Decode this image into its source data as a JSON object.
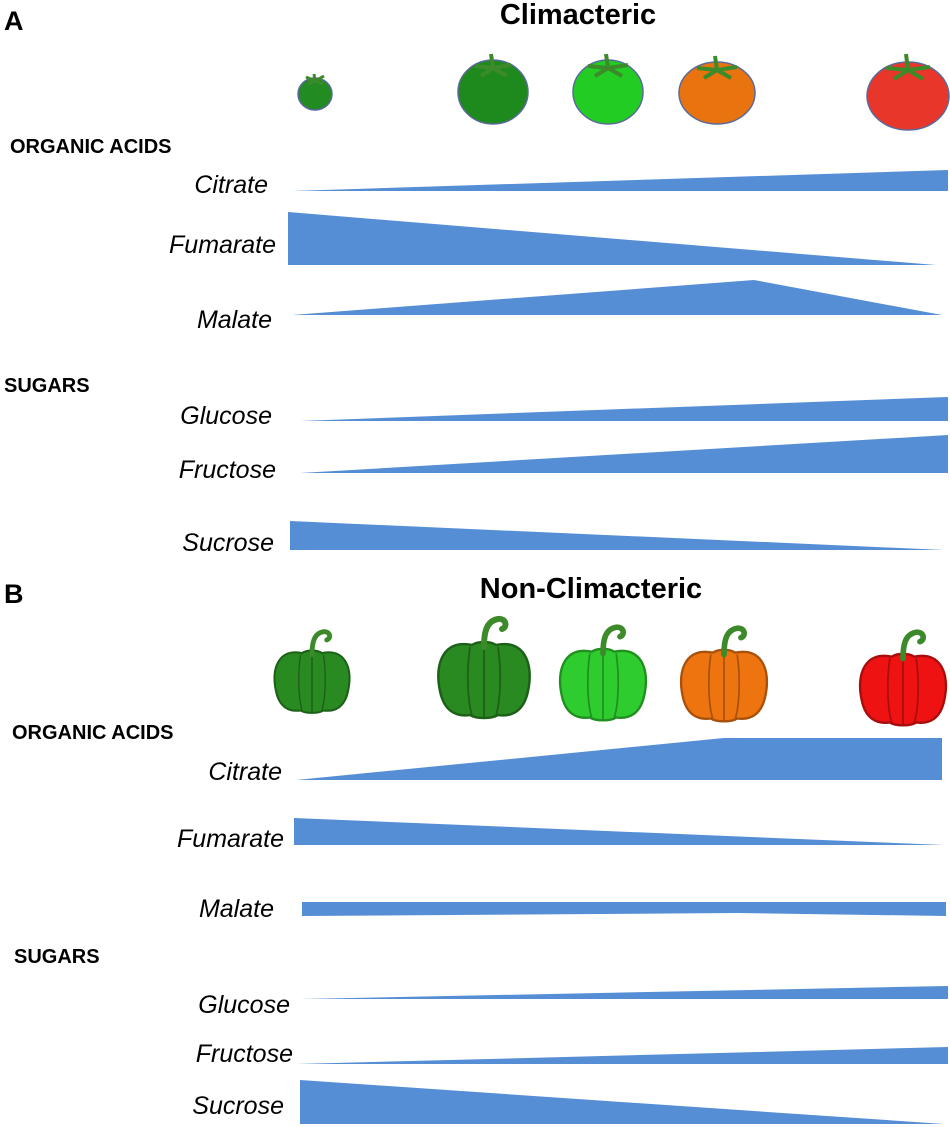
{
  "colors": {
    "wedge": "#558ed5",
    "stage_fills": [
      "#228b22",
      "#1e8a1e",
      "#22cc22",
      "#e8730f",
      "#e8372a"
    ],
    "pepper_fills": [
      "#2a8a22",
      "#2a8a22",
      "#2ecc2e",
      "#ee7410",
      "#ee1212"
    ],
    "tomato_outline": "#5a6a9a",
    "stem": "#3d8a2a"
  },
  "panel_a": {
    "letter": "A",
    "title": "Climacteric",
    "fruit_icon": "tomato-icon",
    "organic_acids_label": "ORGANIC ACIDS",
    "sugars_label": "SUGARS",
    "metabolites": [
      {
        "name": "Citrate",
        "trend": [
          0,
          0.5,
          1
        ],
        "peak_stage": null
      },
      {
        "name": "Fumarate",
        "trend": [
          1,
          0.5,
          0
        ],
        "peak_stage": null
      },
      {
        "name": "Malate",
        "trend": [
          0,
          1,
          0
        ],
        "peak_stage": "orange"
      },
      {
        "name": "Glucose",
        "trend": [
          0,
          0.5,
          1
        ],
        "peak_stage": null
      },
      {
        "name": "Fructose",
        "trend": [
          0,
          0.5,
          1
        ],
        "peak_stage": null
      },
      {
        "name": "Sucrose",
        "trend": [
          1,
          0.5,
          0
        ],
        "peak_stage": null
      }
    ]
  },
  "panel_b": {
    "letter": "B",
    "title": "Non-Climacteric",
    "fruit_icon": "pepper-icon",
    "organic_acids_label": "ORGANIC ACIDS",
    "sugars_label": "SUGARS",
    "metabolites": [
      {
        "name": "Citrate",
        "trend": [
          0,
          1,
          1
        ],
        "peak_stage": "orange"
      },
      {
        "name": "Fumarate",
        "trend": [
          1,
          0.5,
          0
        ],
        "peak_stage": null
      },
      {
        "name": "Malate",
        "trend": [
          1,
          0.5,
          1
        ],
        "peak_stage": null
      },
      {
        "name": "Glucose",
        "trend": [
          0,
          0.5,
          1
        ],
        "peak_stage": null
      },
      {
        "name": "Fructose",
        "trend": [
          0,
          0.5,
          1
        ],
        "peak_stage": null
      },
      {
        "name": "Sucrose",
        "trend": [
          1,
          0.5,
          0
        ],
        "peak_stage": null
      }
    ]
  }
}
